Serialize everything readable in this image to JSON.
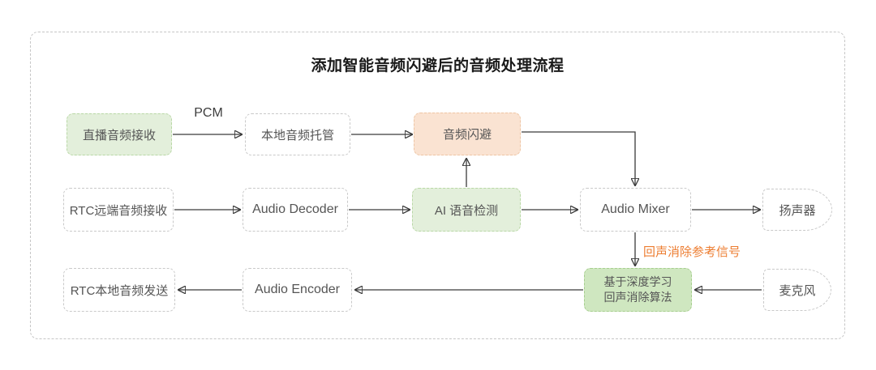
{
  "diagram": {
    "title": "添加智能音频闪避后的音频处理流程",
    "nodes": {
      "live_audio_receive": {
        "label": "直播音频接收",
        "style": "green"
      },
      "local_audio_host": {
        "label": "本地音频托管",
        "style": "plain"
      },
      "audio_ducking": {
        "label": "音频闪避",
        "style": "orange"
      },
      "rtc_remote_audio_receive": {
        "label": "RTC远端音频接收",
        "style": "plain"
      },
      "audio_decoder": {
        "label": "Audio Decoder",
        "style": "plain"
      },
      "ai_voice_detection": {
        "label": "AI 语音检测",
        "style": "green"
      },
      "audio_mixer": {
        "label": "Audio Mixer",
        "style": "plain"
      },
      "speaker": {
        "label": "扬声器",
        "style": "plain-dshape"
      },
      "rtc_local_audio_send": {
        "label": "RTC本地音频发送",
        "style": "plain"
      },
      "audio_encoder": {
        "label": "Audio Encoder",
        "style": "plain"
      },
      "dl_echo_cancellation": {
        "label_line1": "基于深度学习",
        "label_line2": "回声消除算法",
        "style": "green-dark"
      },
      "microphone": {
        "label": "麦克风",
        "style": "plain-dshape"
      }
    },
    "edge_labels": {
      "pcm": "PCM",
      "echo_cancel_reference": "回声消除参考信号"
    },
    "edges": [
      {
        "from": "live_audio_receive",
        "to": "local_audio_host",
        "label": "PCM"
      },
      {
        "from": "local_audio_host",
        "to": "audio_ducking",
        "label": ""
      },
      {
        "from": "audio_ducking",
        "to": "audio_mixer",
        "label": ""
      },
      {
        "from": "rtc_remote_audio_receive",
        "to": "audio_decoder",
        "label": ""
      },
      {
        "from": "audio_decoder",
        "to": "ai_voice_detection",
        "label": ""
      },
      {
        "from": "ai_voice_detection",
        "to": "audio_ducking",
        "label": ""
      },
      {
        "from": "ai_voice_detection",
        "to": "audio_mixer",
        "label": ""
      },
      {
        "from": "audio_mixer",
        "to": "speaker",
        "label": ""
      },
      {
        "from": "audio_mixer",
        "to": "dl_echo_cancellation",
        "label": "回声消除参考信号"
      },
      {
        "from": "microphone",
        "to": "dl_echo_cancellation",
        "label": ""
      },
      {
        "from": "dl_echo_cancellation",
        "to": "audio_encoder",
        "label": ""
      },
      {
        "from": "audio_encoder",
        "to": "rtc_local_audio_send",
        "label": ""
      }
    ],
    "colors": {
      "green_fill": "#e3efdb",
      "green_border": "#b9d8a6",
      "green_dark_fill": "#cfe7c0",
      "green_dark_border": "#a6ce8e",
      "orange_fill": "#fae3d2",
      "orange_border": "#eec5a4",
      "plain_border": "#c9c9c9",
      "frame_border": "#c6c6c6",
      "arrow": "#3a3a3a",
      "echo_label_text": "#ed7d31",
      "node_text": "#555555",
      "title_text": "#1a1a1a"
    }
  }
}
